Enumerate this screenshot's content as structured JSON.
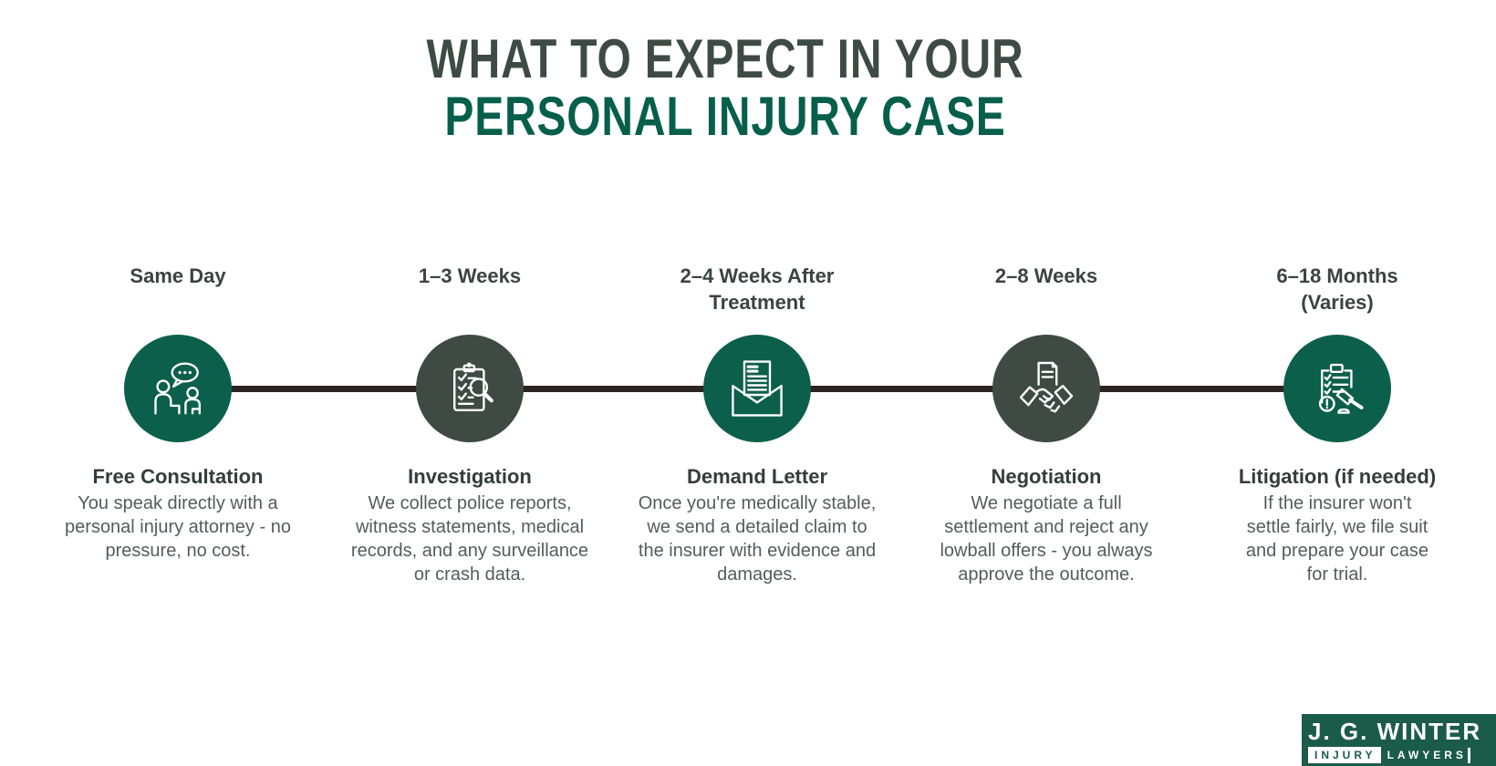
{
  "title": {
    "line1": "WHAT TO EXPECT IN YOUR",
    "line2": "PERSONAL INJURY CASE"
  },
  "steps": [
    {
      "duration": "Same Day",
      "title": "Free Consultation",
      "description": "You speak directly with a\npersonal injury attorney - no\npressure, no cost.",
      "icon": "consultation-icon",
      "circle_color": "#0c5f4b"
    },
    {
      "duration": "1–3 Weeks",
      "title": "Investigation",
      "description": "We collect police reports,\nwitness statements, medical\nrecords, and any surveillance\nor crash data.",
      "icon": "investigation-icon",
      "circle_color": "#3e4a42"
    },
    {
      "duration": "2–4 Weeks After\nTreatment",
      "title": "Demand Letter",
      "description": "Once you're medically stable,\nwe send a detailed claim to\nthe insurer with evidence and\ndamages.",
      "icon": "demand-letter-icon",
      "circle_color": "#0c5f4b"
    },
    {
      "duration": "2–8 Weeks",
      "title": "Negotiation",
      "description": "We negotiate a full\nsettlement and reject any\nlowball offers - you always\napprove the outcome.",
      "icon": "negotiation-icon",
      "circle_color": "#3e4a42"
    },
    {
      "duration": "6–18 Months\n(Varies)",
      "title": "Litigation (if needed)",
      "description": "If the insurer won't\nsettle fairly, we file suit\nand prepare your case\nfor trial.",
      "icon": "litigation-icon",
      "circle_color": "#0c5f4b"
    }
  ],
  "logo": {
    "brand": "J. G. WINTER",
    "tagline_injury": "INJURY",
    "tagline_lawyers": "LAWYERS"
  },
  "colors": {
    "title_dark": "#3e4b44",
    "title_green": "#065f4b",
    "circle_green": "#0c5f4b",
    "circle_dark": "#3e4a42",
    "timeline_line": "#2b2422",
    "body_text": "#565b5d",
    "logo_background": "#1a5b49"
  }
}
